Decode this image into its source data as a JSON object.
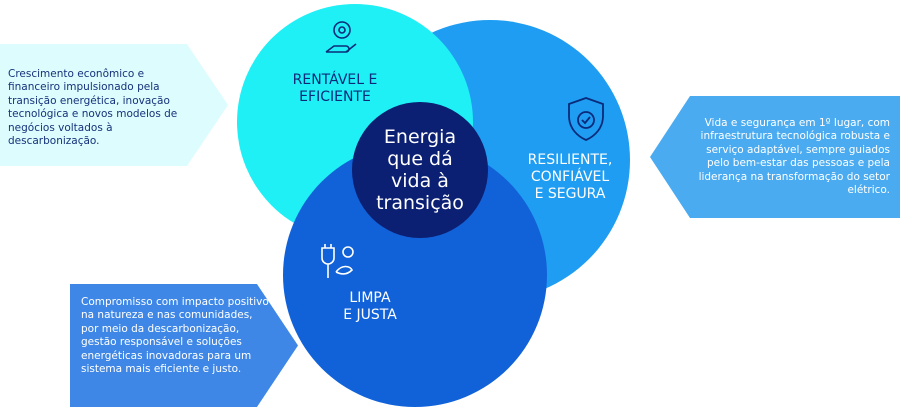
{
  "center": {
    "title": "Energia\nque dá\nvida à\ntransição"
  },
  "pillars": [
    {
      "label": "RENTÁVEL E\nEFICIENTE",
      "icon": "gear-hand-icon",
      "color": "#1ef0f5",
      "description": "Crescimento econômico e financeiro impulsionado pela transição energética, inovação tecnológica e novos modelos de negócios voltados à descarbonização."
    },
    {
      "label": "RESILIENTE,\nCONFIÁVEL\nE SEGURA",
      "icon": "shield-check-icon",
      "color": "#1e9df2",
      "description": "Vida e segurança em 1º lugar, com infraestrutura tecnológica robusta e serviço adaptável, sempre guiados pelo bem-estar das pessoas e pela liderança na transformação do setor elétrico."
    },
    {
      "label": "LIMPA\nE JUSTA",
      "icon": "plug-leaf-icon",
      "color": "#1162d8",
      "description": "Compromisso com impacto positivo na natureza e nas comunidades, por meio da descarbonização, gestão responsável e soluções energéticas inovadoras para um sistema mais eficiente e justo."
    }
  ]
}
